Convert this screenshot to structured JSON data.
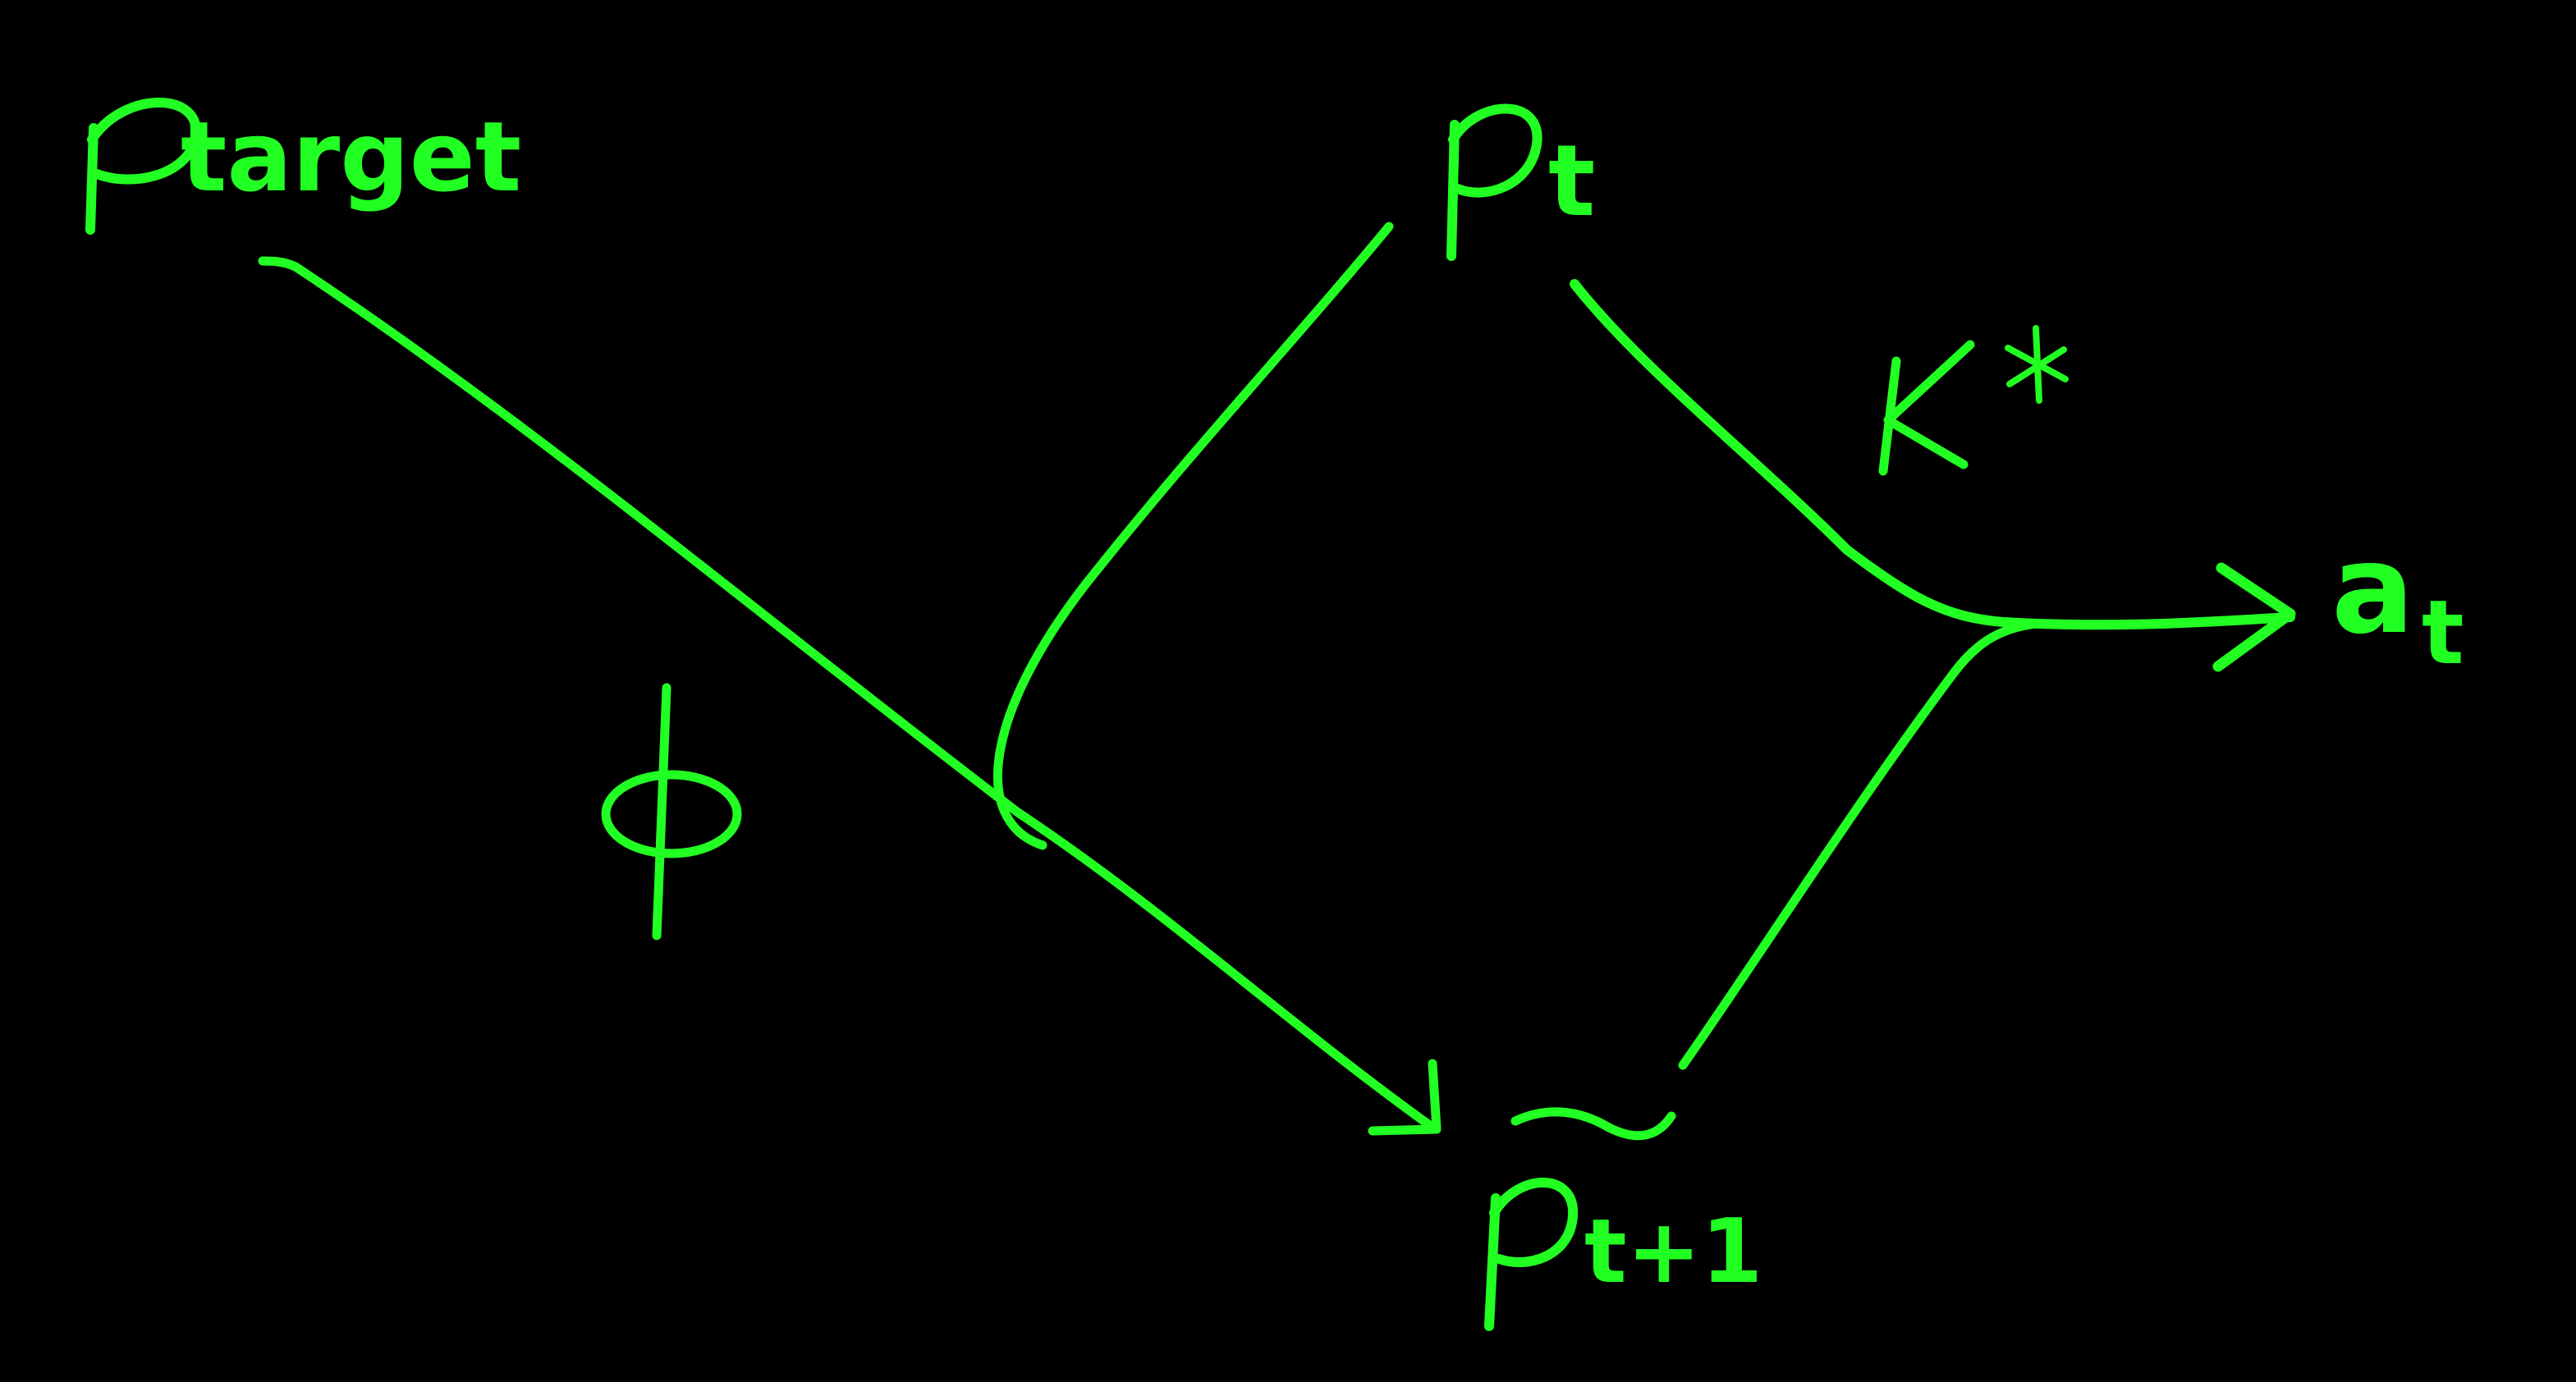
{
  "colors": {
    "background": "#000000",
    "ink": "#22ff22"
  },
  "nodes": {
    "p_target": {
      "symbol": "p",
      "subscript": "target"
    },
    "p_t": {
      "symbol": "p",
      "subscript": "t"
    },
    "p_tilde_t1": {
      "symbol": "p",
      "subscript": "t+1",
      "accent": "~"
    },
    "a_t": {
      "symbol": "a",
      "subscript": "t"
    }
  },
  "edge_labels": {
    "phi": "ϕ",
    "k_star": "K*"
  }
}
